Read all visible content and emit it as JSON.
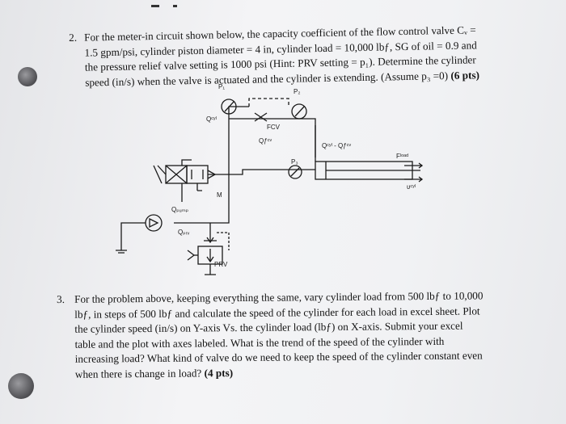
{
  "question2": {
    "number": "2.",
    "lines": [
      "For the meter-in circuit shown below, the capacity coefficient of the flow control valve Cᵥ =",
      "1.5 gpm/psi, cylinder piston diameter = 4 in, cylinder load = 10,000 lbƒ, SG of oil = 0.9 and",
      "the pressure relief valve setting is 1000 psi (Hint: PRV setting = p₁). Determine the cylinder",
      "speed (in/s) when the valve is actuated and the cylinder is extending. (Assume p₃ =0)"
    ],
    "points": "(6 pts)"
  },
  "diagram": {
    "labels": {
      "p1": "P₁",
      "p2": "P₂",
      "p3": "P₃",
      "q_cyl": "Qᶜʸˡ",
      "fcv": "FCV",
      "q_fcv": "Qƒᶜᵛ",
      "q_diff": "Qᶜʸˡ - Qƒᶜᵛ",
      "f_load": "Fˡᵒᵃᵈ",
      "v_cyl": "υᶜʸˡ",
      "q_pump": "Qₚᵤₘₚ",
      "q_prv": "Qₚᵣᵥ",
      "prv": "PRV",
      "m": "M"
    }
  },
  "question3": {
    "number": "3.",
    "lines": [
      "For the problem above, keeping everything the same, vary cylinder load from 500 lbƒ to 10,000",
      "lbƒ, in steps of 500 lbƒ and calculate the speed of the cylinder for each load in excel sheet. Plot",
      "the cylinder speed (in/s) on Y-axis Vs. the cylinder load (lbƒ) on X-axis. Submit your excel",
      "table and the plot with axes labeled. What is the trend of the speed of the cylinder with",
      "increasing load? What kind of valve do we need to keep the speed of the cylinder constant even",
      "when there is change in load?"
    ],
    "points": "(4 pts)"
  }
}
